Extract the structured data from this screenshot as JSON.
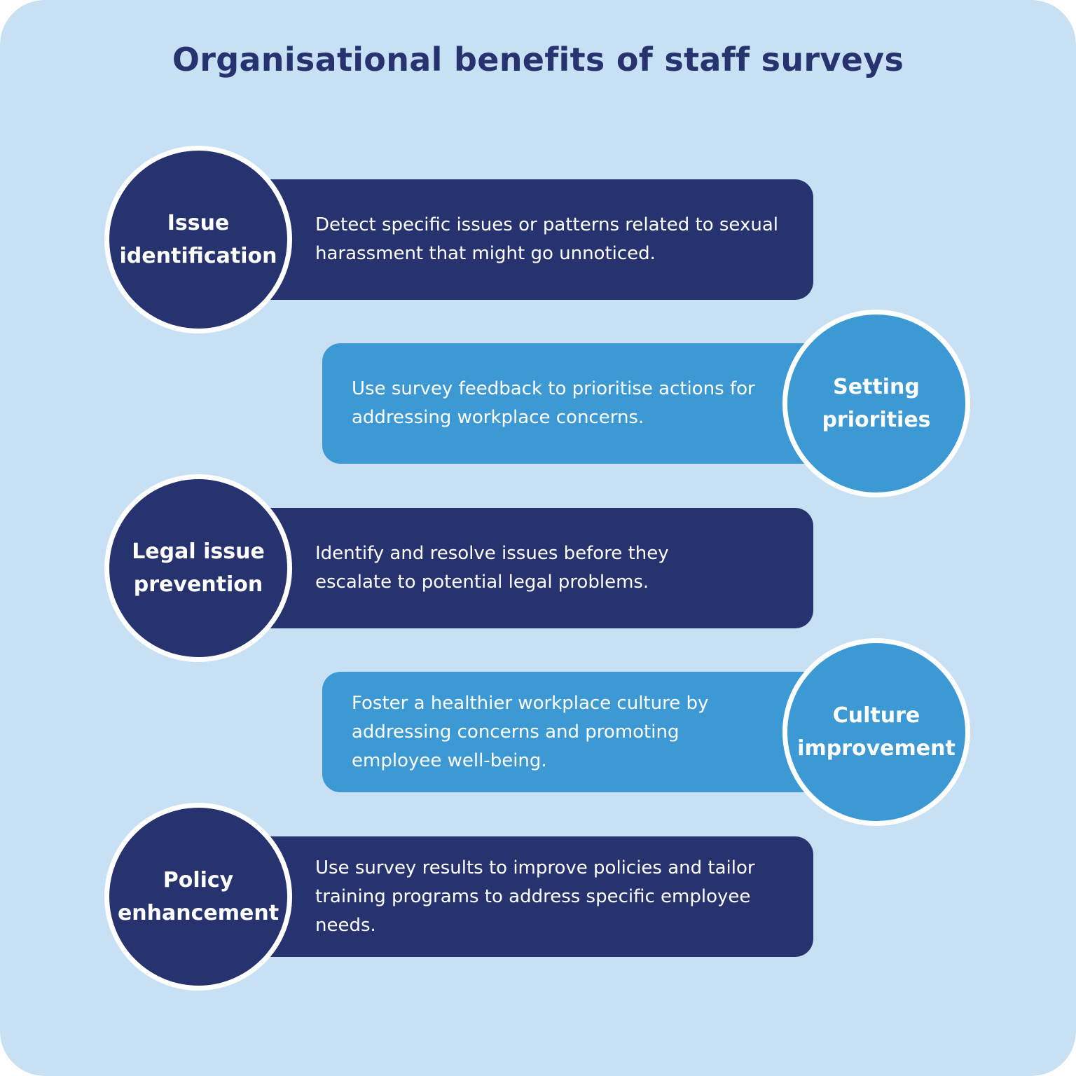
{
  "title": "Organisational benefits of staff surveys",
  "colors": {
    "background": "#c7e0f4",
    "dark": "#27336e",
    "light": "#3d99d4",
    "text": "#ffffff"
  },
  "benefits": [
    {
      "label_line1": "Issue",
      "label_line2": "identification",
      "description": "Detect specific issues or patterns related to sexual harassment that might go unnoticed."
    },
    {
      "label_line1": "Setting",
      "label_line2": "priorities",
      "description": "Use survey feedback to prioritise actions for addressing workplace concerns."
    },
    {
      "label_line1": "Legal issue",
      "label_line2": "prevention",
      "description": "Identify and resolve issues before they escalate to potential legal problems."
    },
    {
      "label_line1": "Culture",
      "label_line2": "improvement",
      "description": "Foster a healthier workplace culture by addressing concerns and promoting employee well-being."
    },
    {
      "label_line1": "Policy",
      "label_line2": "enhancement",
      "description": "Use survey results to improve policies and tailor training programs to address specific employee needs."
    }
  ]
}
